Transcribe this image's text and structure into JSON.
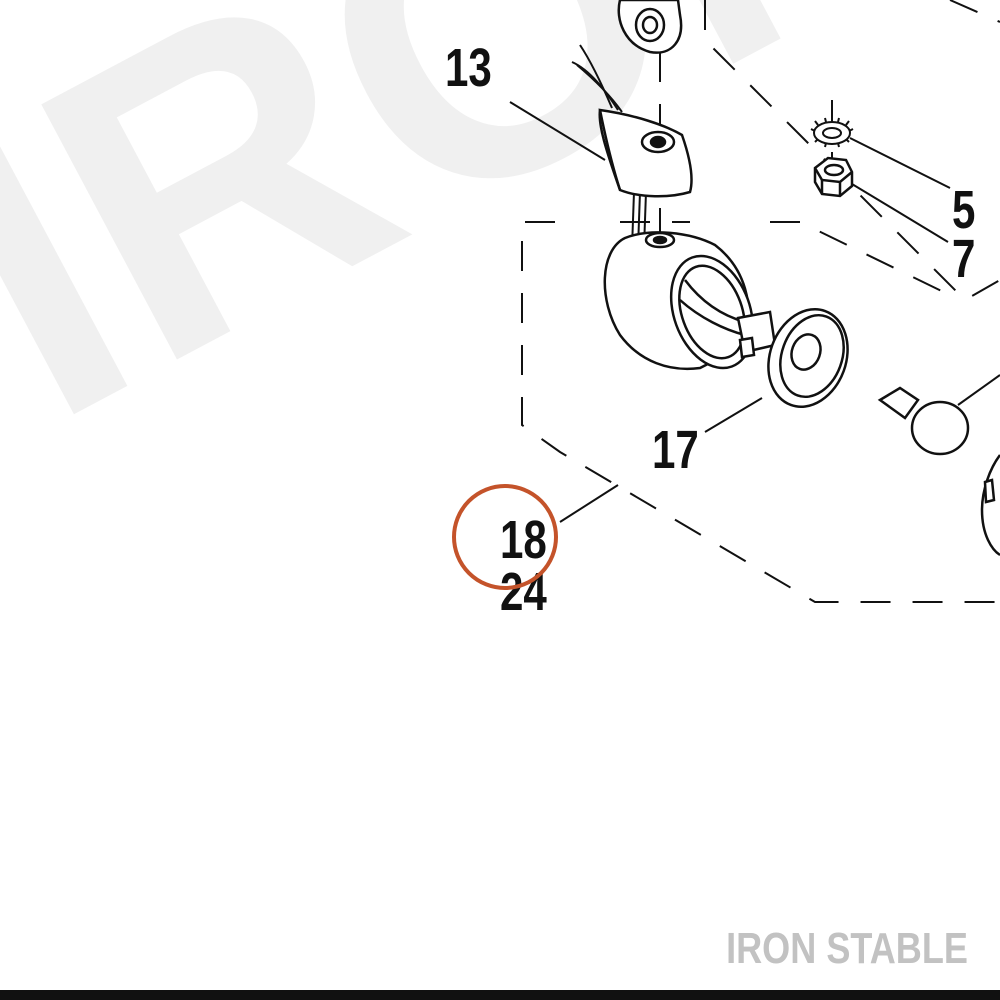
{
  "callouts": {
    "c13": "13",
    "c5": "5",
    "c7": "7",
    "c17": "17",
    "c18": "18",
    "c24": "24"
  },
  "brand": "IRON STABLE",
  "watermark": "IRON",
  "colors": {
    "line": "#111111",
    "highlight_circle": "#c4532a",
    "watermark": "#f0f0f0",
    "brand": "#c2c2c2"
  },
  "icons": [
    "wire-harness-icon",
    "mount-bracket-icon",
    "lock-washer-icon",
    "hex-nut-icon",
    "lamp-housing-icon",
    "lens-icon",
    "bulb-icon"
  ]
}
